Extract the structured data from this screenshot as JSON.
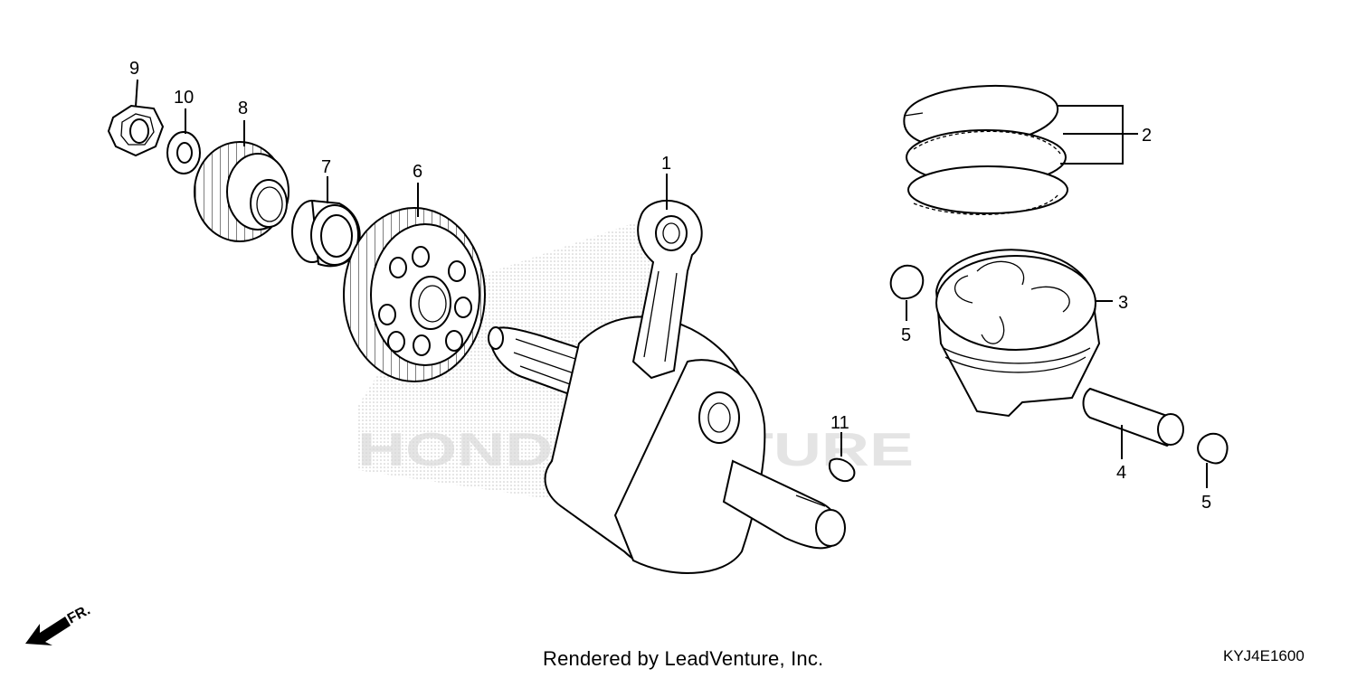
{
  "callouts": {
    "n1": "1",
    "n2": "2",
    "n3": "3",
    "n4": "4",
    "n5a": "5",
    "n5b": "5",
    "n6": "6",
    "n7": "7",
    "n8": "8",
    "n9": "9",
    "n10": "10",
    "n11": "11"
  },
  "direction_label": "FR.",
  "watermark": "HONDAVENTURE",
  "footer": {
    "credit": "Rendered by LeadVenture, Inc.",
    "diagram_code": "KYJ4E1600"
  },
  "colors": {
    "ink": "#000000",
    "background": "#ffffff",
    "watermark": "#d9d9d9"
  }
}
